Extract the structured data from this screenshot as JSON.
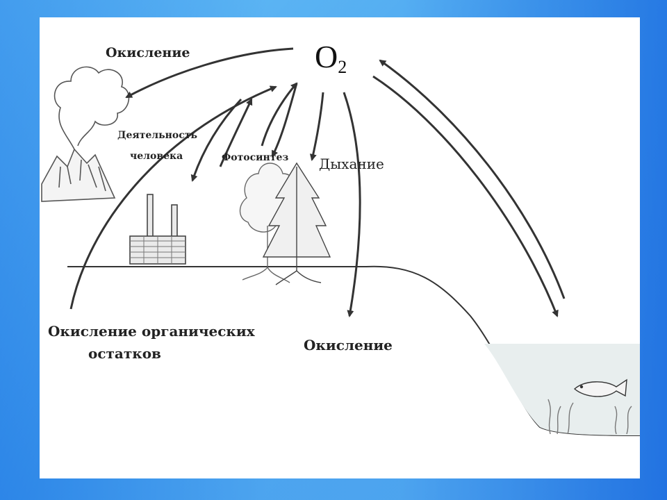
{
  "diagram": {
    "center_label": "O",
    "center_subscript": "2",
    "labels": {
      "oxidation_top": "Окисление",
      "human_activity_line1": "Деятельность",
      "human_activity_line2": "человека",
      "photosynthesis": "Фотосинтез",
      "respiration": "Дыхание",
      "oxidation_organic_line1": "Окисление органических",
      "oxidation_organic_line2": "остатков",
      "oxidation_bottom": "Окисление"
    }
  }
}
